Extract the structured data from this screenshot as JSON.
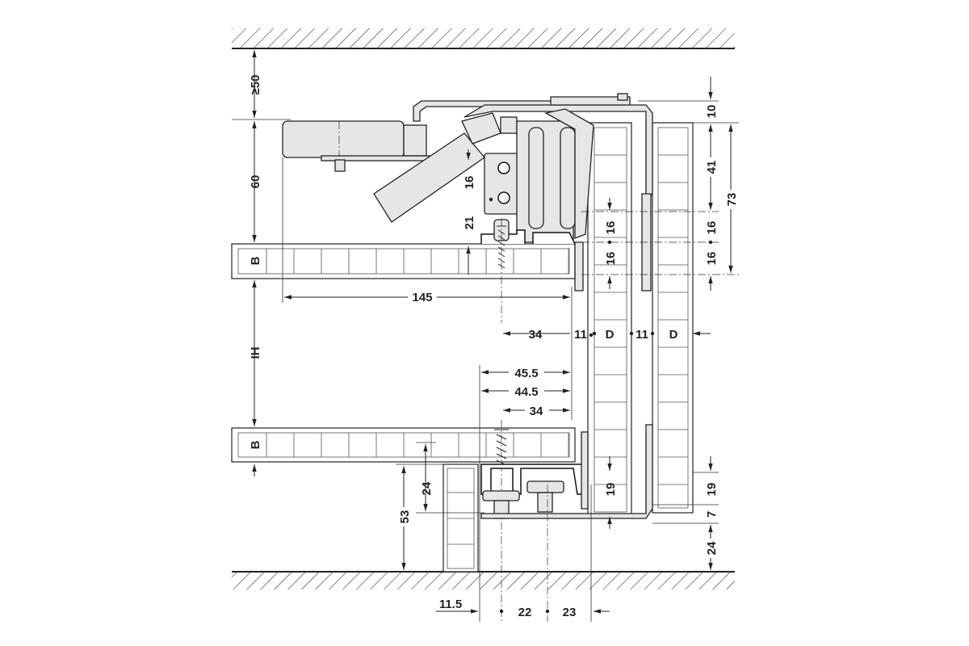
{
  "drawing": {
    "title": "Sliding door fitting cross-section",
    "left_dims": {
      "top_clearance": "≥50",
      "fitting_height": "60",
      "shelf_thickness_top": "B",
      "inner_height": "IH",
      "shelf_thickness_bottom": "B"
    },
    "horizontal_dims": {
      "depth": "145",
      "offset_a": "34",
      "gap_1": "11",
      "door_1": "D",
      "gap_2": "11",
      "door_2": "D",
      "bottom_a": "45.5",
      "bottom_b": "44.5",
      "bottom_c": "34"
    },
    "fitting_dims": {
      "hole_spacing": "16",
      "hole_height": "21"
    },
    "door_dims": {
      "d1_upper": "16",
      "d1_lower": "16",
      "d1_bottom": "19"
    },
    "right_dims": {
      "top": "10",
      "upper": "41",
      "mid1": "16",
      "mid2": "16",
      "total": "73",
      "bottom1": "19",
      "bottom2": "7",
      "bottom3": "24"
    },
    "base_dims": {
      "rail": "24",
      "plinth": "53",
      "left_offset": "11.5",
      "center1": "22",
      "center2": "23"
    }
  }
}
